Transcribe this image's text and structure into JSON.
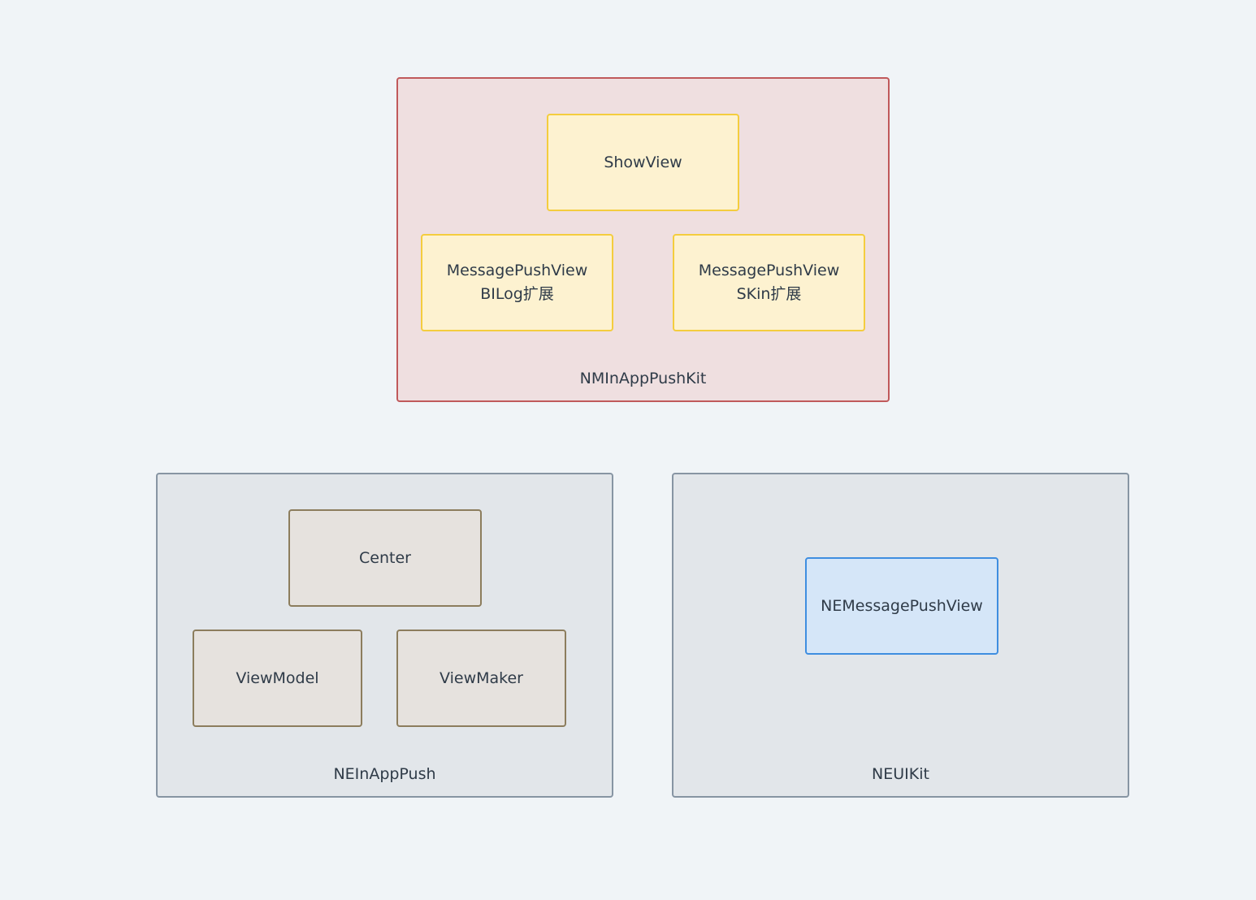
{
  "colors": {
    "background": "#f0f4f7",
    "pkg_red_fill": "#efdfe0",
    "pkg_red_border": "#c0595b",
    "pkg_gray_fill": "#e2e6ea",
    "pkg_gray_border": "#8795a3",
    "node_yellow_fill": "#fdf2d0",
    "node_yellow_border": "#f4cd3e",
    "node_tan_fill": "#e6e2de",
    "node_tan_border": "#8c7d5d",
    "node_blue_fill": "#d5e6f8",
    "node_blue_border": "#3f8ee0"
  },
  "packages": {
    "nminapppushkit": {
      "label": "NMInAppPushKit",
      "nodes": {
        "showview": "ShowView",
        "bilog_ext": "MessagePushView\nBILog扩展",
        "skin_ext": "MessagePushView\nSKin扩展"
      }
    },
    "neinapppush": {
      "label": "NEInAppPush",
      "nodes": {
        "center": "Center",
        "viewmodel": "ViewModel",
        "viewmaker": "ViewMaker"
      }
    },
    "neuikit": {
      "label": "NEUIKit",
      "nodes": {
        "nemessagepushview": "NEMessagePushView"
      }
    }
  }
}
